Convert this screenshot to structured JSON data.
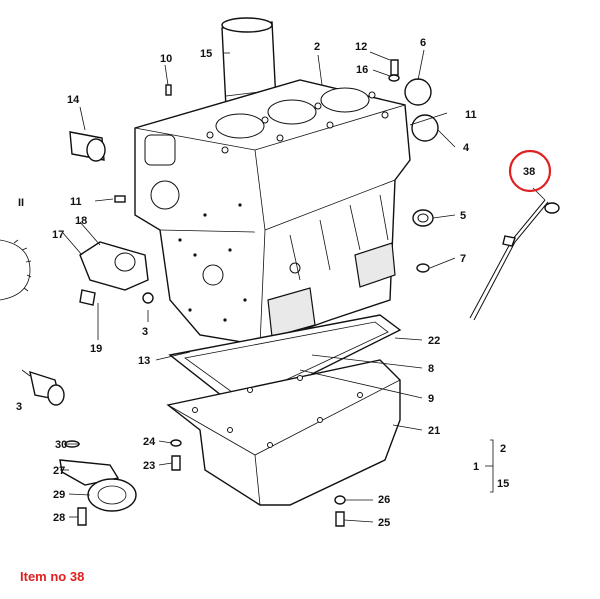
{
  "callouts": {
    "c2": "2",
    "c3": "3",
    "c4": "4",
    "c5": "5",
    "c6": "6",
    "c7": "7",
    "c8": "8",
    "c9": "9",
    "c10": "10",
    "c11a": "11",
    "c11b": "11",
    "c12": "12",
    "c13": "13",
    "c14": "14",
    "c15": "15",
    "c16": "16",
    "c17": "17",
    "c18": "18",
    "c19": "19",
    "c21": "21",
    "c22": "22",
    "c23": "23",
    "c24": "24",
    "c25": "25",
    "c26": "26",
    "c27": "27",
    "c28": "28",
    "c29": "29",
    "c30": "30",
    "c3b": "3",
    "c38": "38",
    "c1": "1",
    "cr2": "2",
    "cr15": "15",
    "cIL": "II"
  },
  "highlight_color": "#e02020",
  "caption": "Item no 38"
}
